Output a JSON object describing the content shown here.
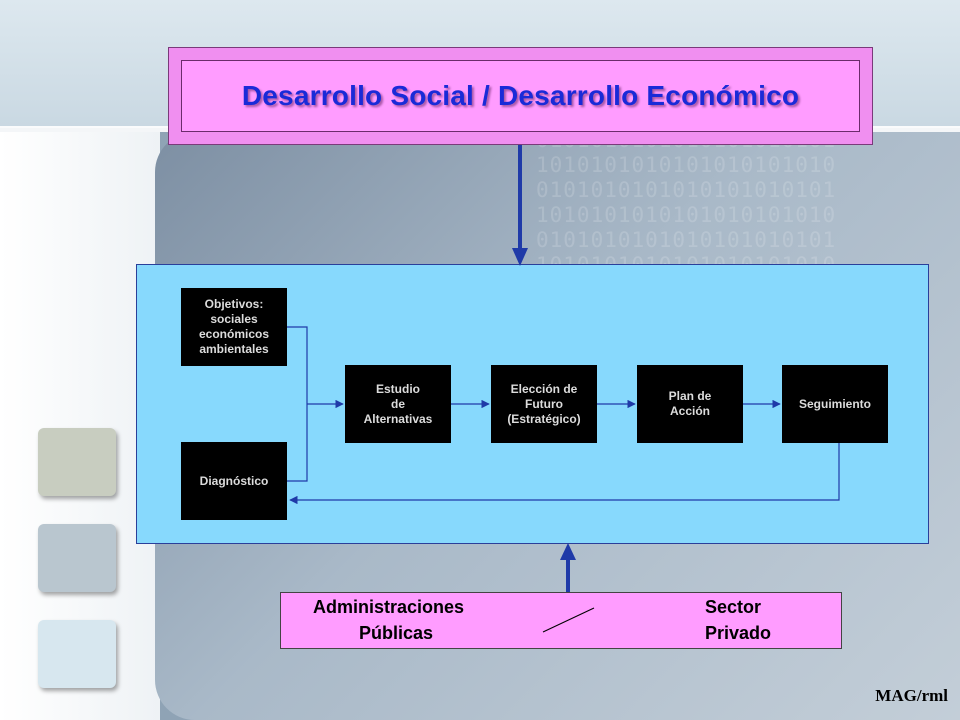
{
  "title": "Desarrollo Social / Desarrollo Económico",
  "boxes": {
    "objetivos": "Objetivos:\nsociales\neconómicos\nambientales",
    "diagnostico": "Diagnóstico",
    "estudio": "Estudio\nde\nAlternativas",
    "eleccion": "Elección de\nFuturo\n(Estratégico)",
    "plan": "Plan de\nAcción",
    "seguimiento": "Seguimiento"
  },
  "bottom": {
    "left_line1": "Administraciones",
    "left_line2": "Públicas",
    "right_line1": "Sector",
    "right_line2": "Privado"
  },
  "signature": "MAG/rml",
  "colors": {
    "title_fill": "#ff9cff",
    "title_text": "#1a2ad8",
    "panel_fill": "#87d9fd",
    "box_fill": "#000000",
    "arrow": "#1f3aa8"
  }
}
